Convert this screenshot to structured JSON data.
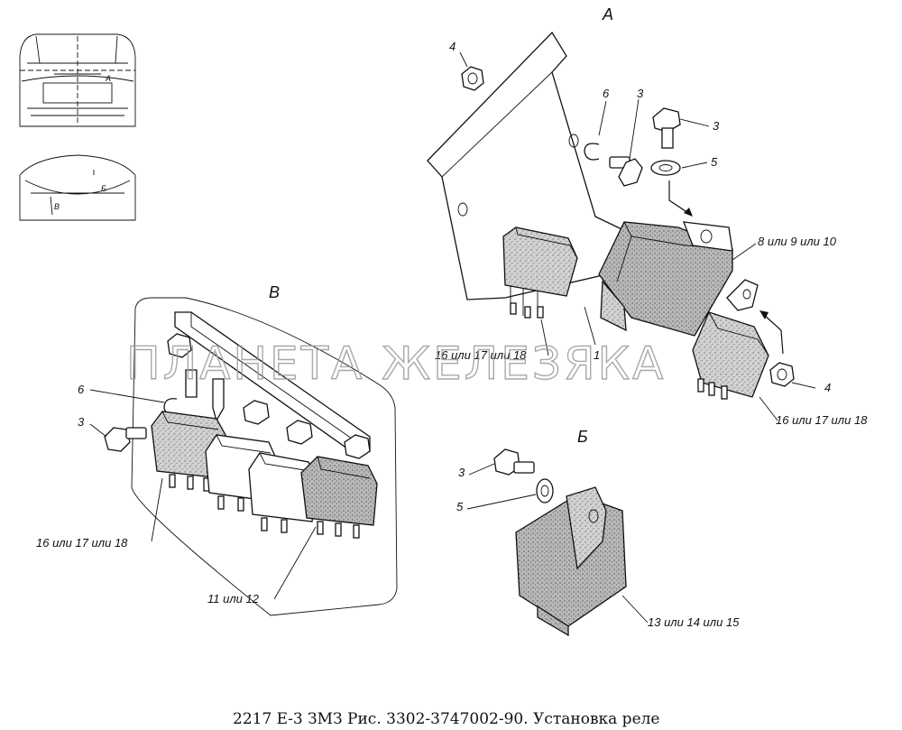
{
  "views": {
    "a": "А",
    "b": "Б",
    "v": "В"
  },
  "thumbs": {
    "a": "А",
    "b": "Б",
    "v": "В"
  },
  "labels": {
    "a_4_top": "4",
    "a_6": "6",
    "a_3_mid": "3",
    "a_3_right": "3",
    "a_5": "5",
    "a_8": "8 или 9 или 10",
    "a_16": "16 или 17 или 18",
    "a_1": "1",
    "a_4_bottom": "4",
    "a_16_bottom": "16 или 17 или 18",
    "v_6": "6",
    "v_3": "3",
    "v_16": "16 или 17 или 18",
    "v_11": "11 или 12",
    "b_3": "3",
    "b_5": "5",
    "b_13": "13 или 14 или 15"
  },
  "watermark": "ПЛАНЕТА ЖЕЛЕЗЯКА",
  "caption": "2217 Е-3 ЗМЗ Рис. 3302-3747002-90. Установка реле",
  "colors": {
    "relay_fill": "#c9c9c9",
    "relay_light": "#ececec",
    "bracket": "#ffffff",
    "ink": "#111111"
  }
}
